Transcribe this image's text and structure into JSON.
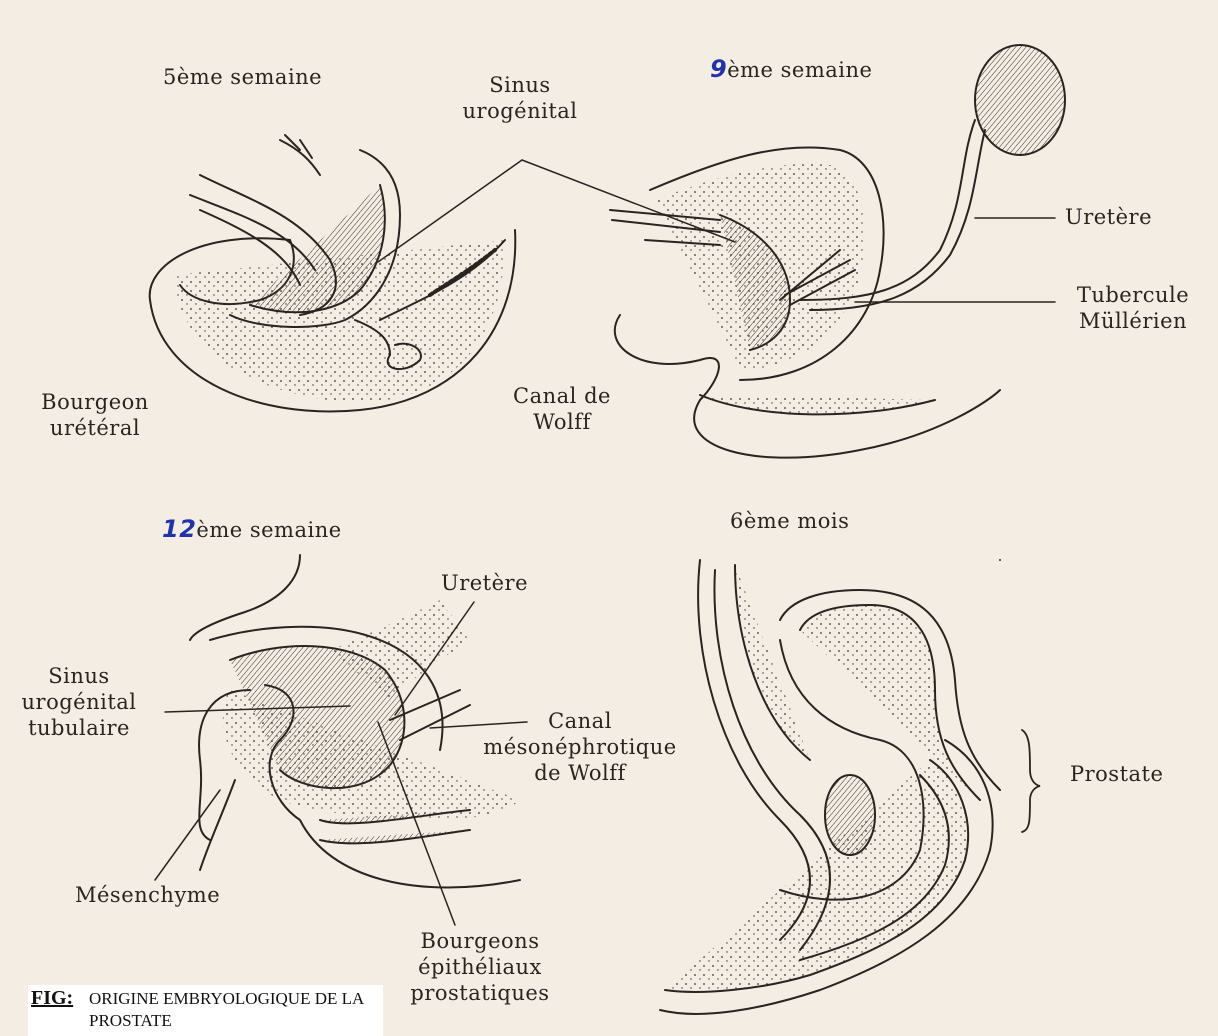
{
  "panels": {
    "top_left": {
      "title": "5ème semaine",
      "labels": {
        "sinus_l1": "Sinus",
        "sinus_l2": "urogénital",
        "bourgeon_l1": "Bourgeon",
        "bourgeon_l2": "urétéral",
        "canal_l1": "Canal de",
        "canal_l2": "Wolff"
      }
    },
    "top_right": {
      "title_hand": "9",
      "title": "ème semaine",
      "labels": {
        "uretere": "Uretère",
        "tubercule_l1": "Tubercule",
        "tubercule_l2": "Müllérien"
      }
    },
    "bottom_left": {
      "title_hand": "12",
      "title": "ème semaine",
      "labels": {
        "uretere": "Uretère",
        "sinus_l1": "Sinus",
        "sinus_l2": "urogénital",
        "sinus_l3": "tubulaire",
        "canal_l1": "Canal",
        "canal_l2": "mésonéphrotique",
        "canal_l3": "de Wolff",
        "mesenchyme": "Mésenchyme",
        "bourgeons_l1": "Bourgeons",
        "bourgeons_l2": "épithéliaux",
        "bourgeons_l3": "prostatiques"
      }
    },
    "bottom_right": {
      "title": "6ème mois",
      "labels": {
        "prostate": "Prostate"
      }
    }
  },
  "caption": {
    "key": "FIG:",
    "text": "ORIGINE EMBRYOLOGIQUE DE LA PROSTATE"
  },
  "colors": {
    "paper": "#f3ede4",
    "ink": "#2a2420",
    "handwriting": "#2233a8"
  }
}
